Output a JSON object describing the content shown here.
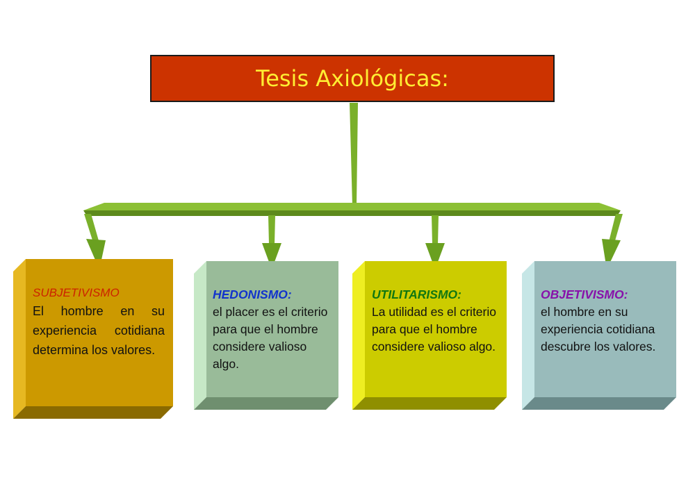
{
  "title": "Tesis Axiológicas:",
  "colors": {
    "title_fill": "#cc3300",
    "title_text": "#ffee33",
    "connector": "#77aa22"
  },
  "cards": [
    {
      "heading": "SUBJETIVISMO",
      "body": "El hombre en su experiencia cotidiana determina los valores.",
      "heading_color": "#cc2200",
      "face_color": "#cc9900"
    },
    {
      "heading": "HEDONISMO:",
      "body": "el placer es el criterio para que el hombre considere valioso algo.",
      "heading_color": "#1133cc",
      "face_color": "#99bb99"
    },
    {
      "heading": "UTILITARISMO:",
      "body": "La utilidad es el criterio para que el hombre considere valioso algo.",
      "heading_color": "#117711",
      "face_color": "#cccc00"
    },
    {
      "heading": "OBJETIVISMO:",
      "body": "el hombre en su experiencia cotidiana descubre los valores.",
      "heading_color": "#8811aa",
      "face_color": "#99bbbb"
    }
  ]
}
